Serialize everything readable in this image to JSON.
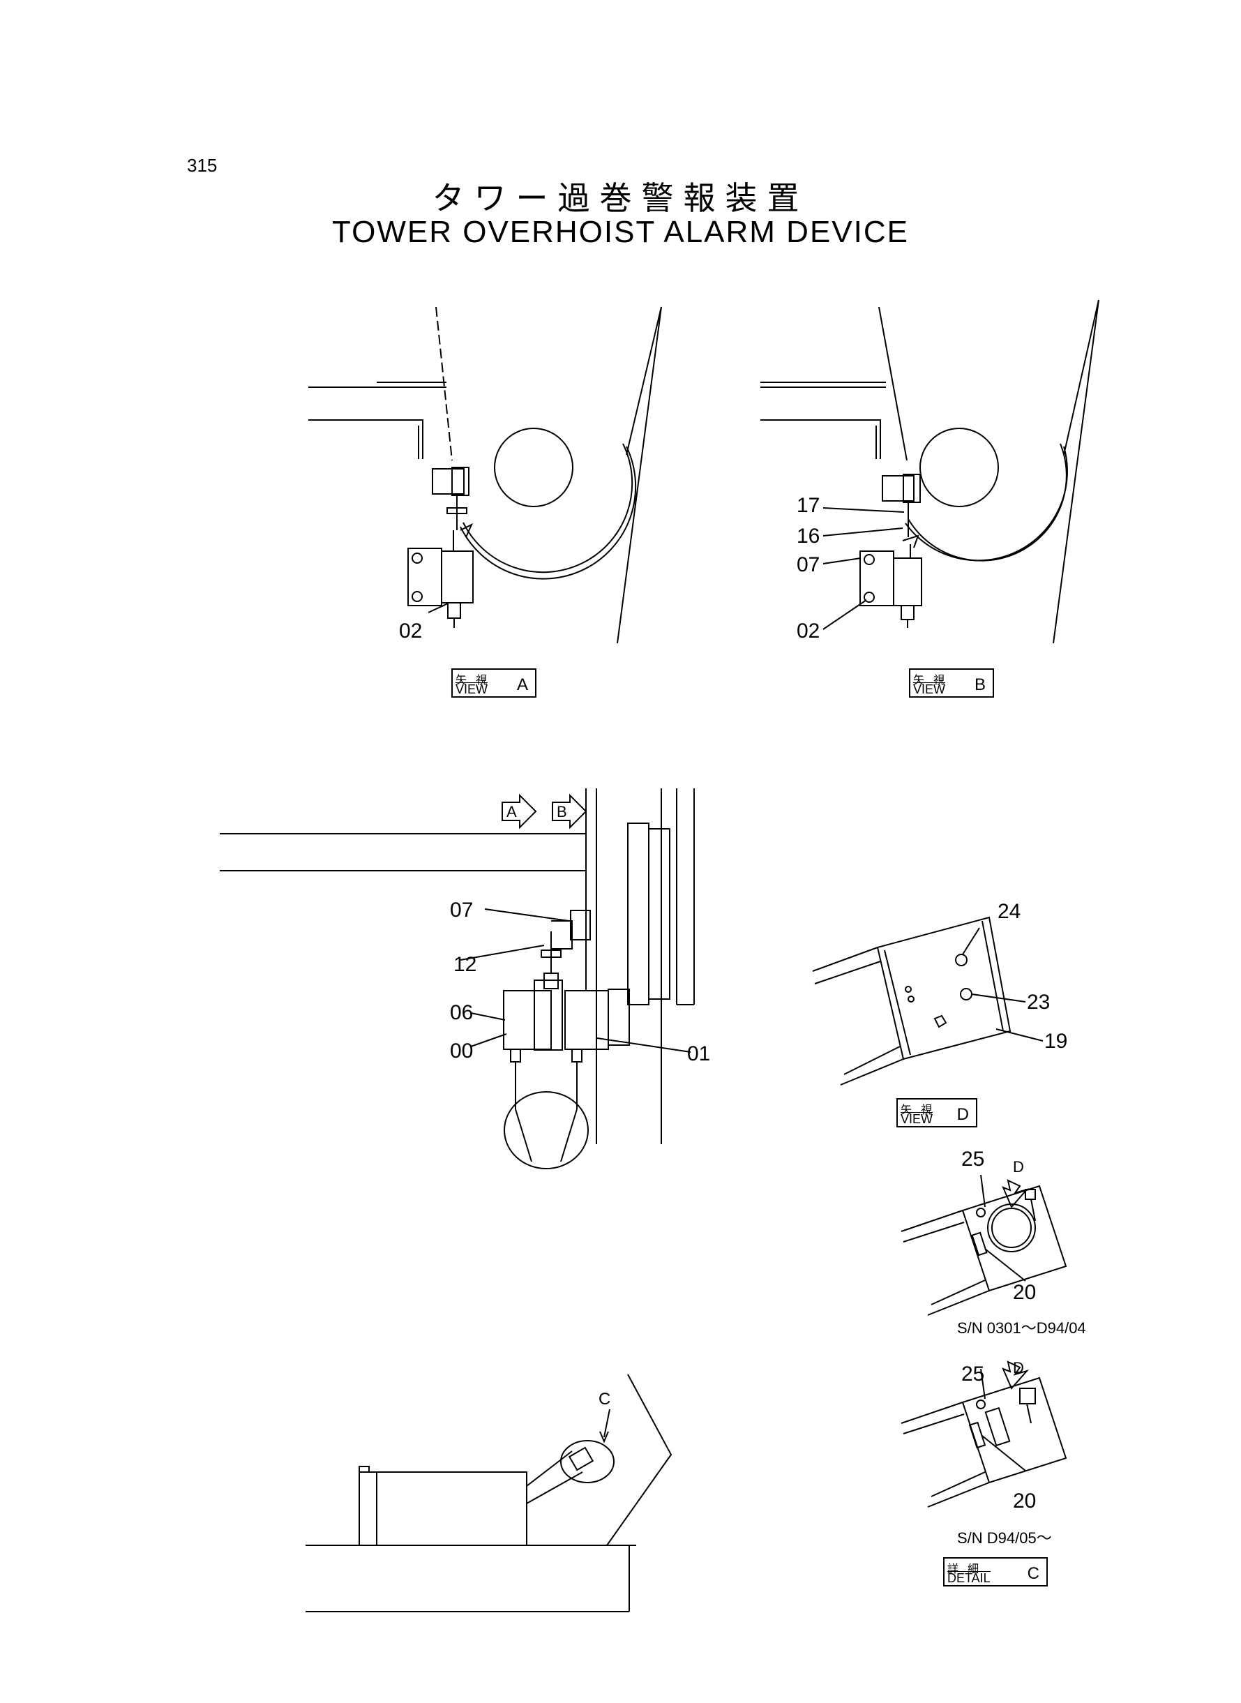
{
  "page_number": "315",
  "title_jp": "タワー過巻警報装置",
  "title_en": "TOWER OVERHOIST ALARM DEVICE",
  "views": {
    "a": {
      "label_jp": "矢 視",
      "label_en": "VIEW",
      "letter": "A"
    },
    "b": {
      "label_jp": "矢 視",
      "label_en": "VIEW",
      "letter": "B"
    },
    "d": {
      "label_jp": "矢 視",
      "label_en": "VIEW",
      "letter": "D"
    },
    "c": {
      "label_jp": "詳 細",
      "label_en": "DETAIL",
      "letter": "C"
    }
  },
  "arrow_markers": {
    "a": "A",
    "b": "B",
    "d1": "D",
    "d2": "D",
    "c": "C"
  },
  "part_labels": {
    "view_a_02": "02",
    "view_b_17": "17",
    "view_b_16": "16",
    "view_b_07": "07",
    "view_b_02": "02",
    "main_07": "07",
    "main_12": "12",
    "main_06": "06",
    "main_00": "00",
    "main_01": "01",
    "view_d_24": "24",
    "view_d_23": "23",
    "view_d_19": "19",
    "detail1_25": "25",
    "detail1_20": "20",
    "detail2_25": "25",
    "detail2_20": "20"
  },
  "serials": {
    "detail1": "S/N 0301～D94/04",
    "detail2": "S/N D94/05～"
  }
}
